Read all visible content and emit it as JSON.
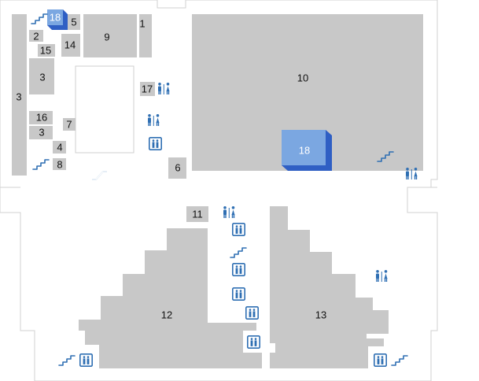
{
  "stores": {
    "s1": "1",
    "s2": "2",
    "s3a": "3",
    "s3b": "3",
    "s3c": "3",
    "s4": "4",
    "s5": "5",
    "s6": "6",
    "s7": "7",
    "s8": "8",
    "s9": "9",
    "s10": "10",
    "s11": "11",
    "s12": "12",
    "s13": "13",
    "s14": "14",
    "s15": "15",
    "s16": "16",
    "s17": "17",
    "s18_small": "18",
    "s18_main": "18"
  },
  "colors": {
    "store": "#c8c8c8",
    "highlight": "#7ba7e1",
    "highlight_dark": "#2f5fc4",
    "icon": "#2f6fb3",
    "floor_outline": "#d2d2d2"
  },
  "icons": {
    "restroom": "restroom-icon",
    "elevator": "elevator-icon",
    "stairs": "stairs-icon",
    "escalator": "escalator-icon"
  }
}
